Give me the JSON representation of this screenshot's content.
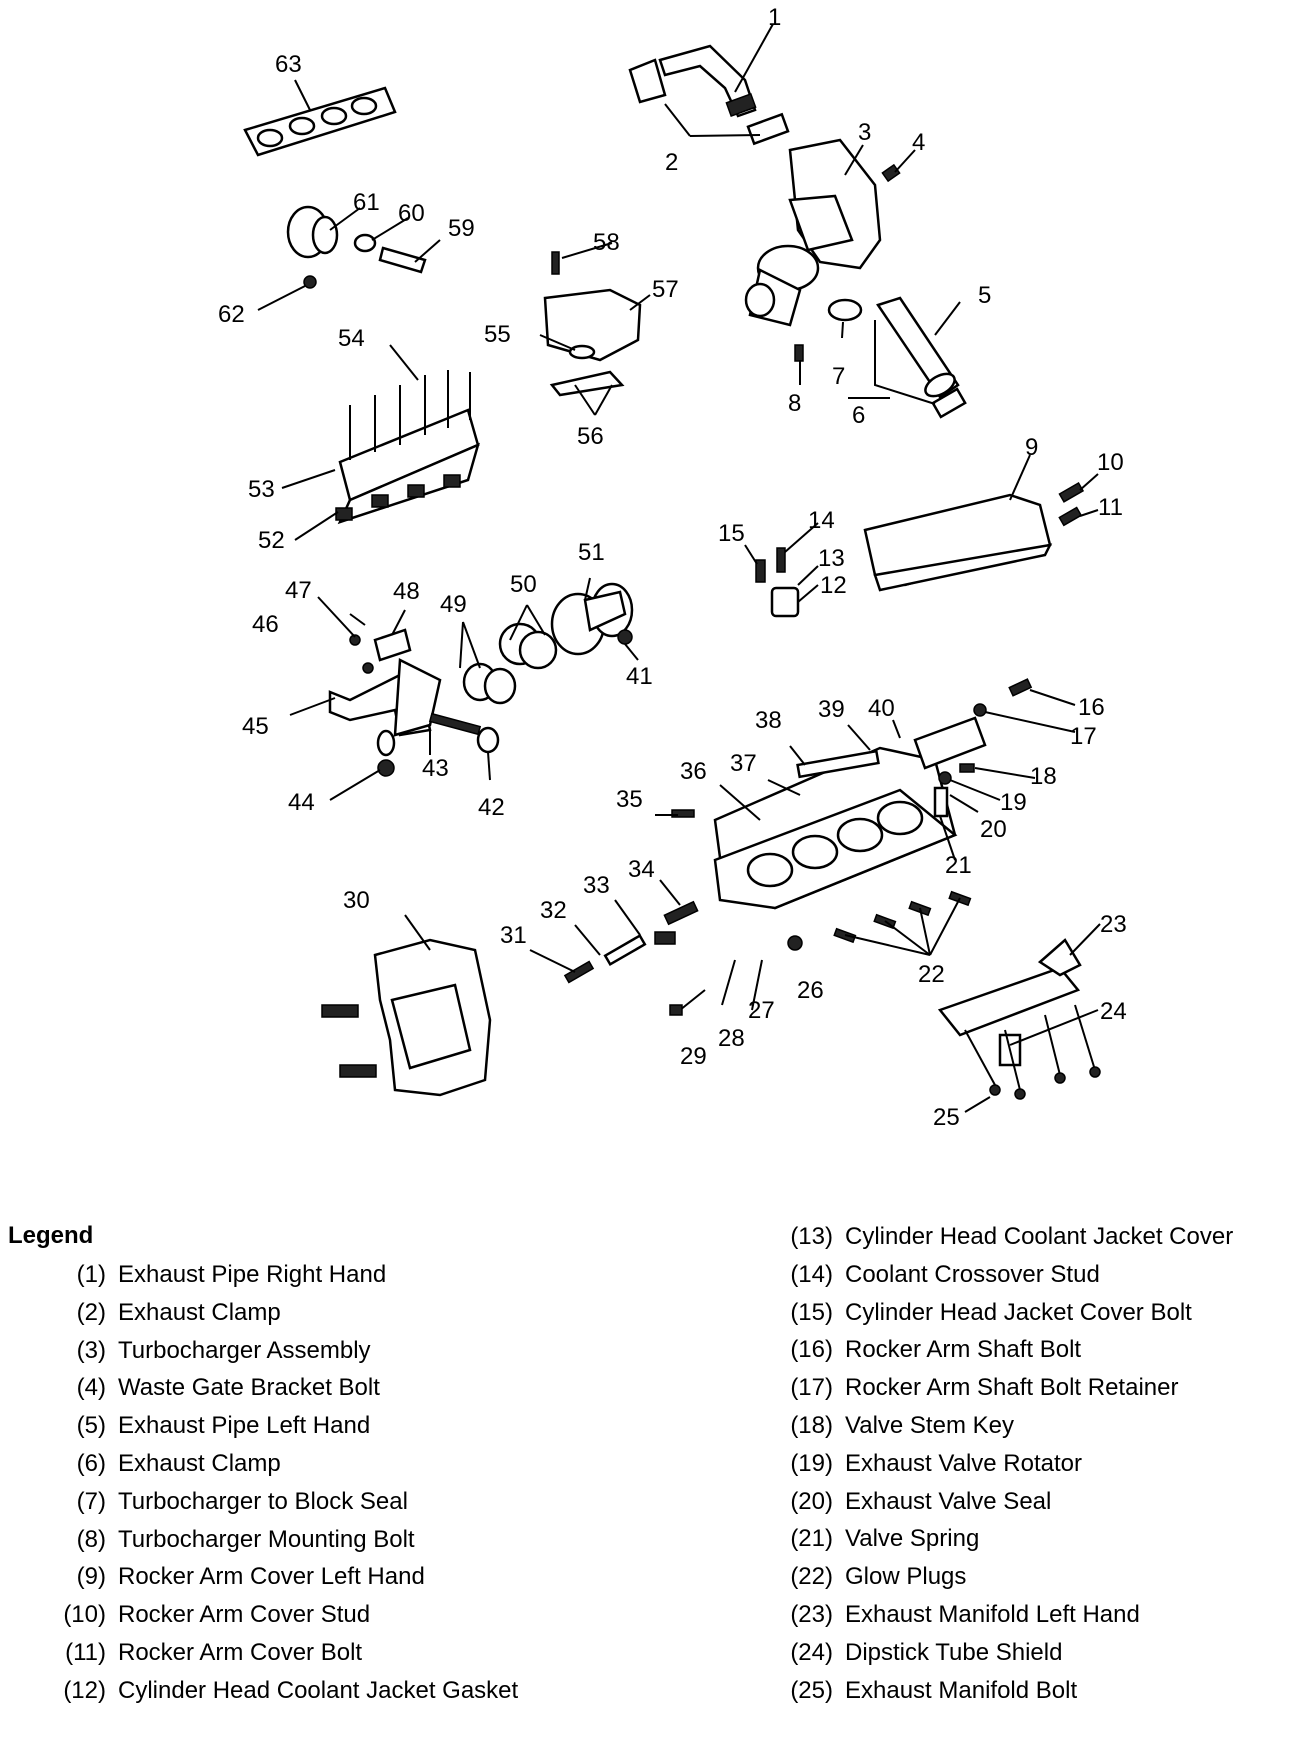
{
  "legend": {
    "title": "Legend",
    "items": [
      {
        "num": "(1)",
        "label": "Exhaust Pipe Right Hand"
      },
      {
        "num": "(2)",
        "label": "Exhaust Clamp"
      },
      {
        "num": "(3)",
        "label": "Turbocharger Assembly"
      },
      {
        "num": "(4)",
        "label": "Waste Gate Bracket Bolt"
      },
      {
        "num": "(5)",
        "label": "Exhaust Pipe Left Hand"
      },
      {
        "num": "(6)",
        "label": "Exhaust Clamp"
      },
      {
        "num": "(7)",
        "label": "Turbocharger to Block Seal"
      },
      {
        "num": "(8)",
        "label": "Turbocharger Mounting Bolt"
      },
      {
        "num": "(9)",
        "label": "Rocker Arm Cover Left Hand"
      },
      {
        "num": "(10)",
        "label": "Rocker Arm Cover Stud"
      },
      {
        "num": "(11)",
        "label": "Rocker Arm Cover Bolt"
      },
      {
        "num": "(12)",
        "label": "Cylinder Head Coolant Jacket Gasket"
      },
      {
        "num": "(13)",
        "label": "Cylinder Head Coolant Jacket Cover"
      },
      {
        "num": "(14)",
        "label": "Coolant Crossover Stud"
      },
      {
        "num": "(15)",
        "label": "Cylinder Head Jacket Cover Bolt"
      },
      {
        "num": "(16)",
        "label": "Rocker Arm Shaft Bolt"
      },
      {
        "num": "(17)",
        "label": "Rocker Arm Shaft Bolt Retainer"
      },
      {
        "num": "(18)",
        "label": "Valve Stem Key"
      },
      {
        "num": "(19)",
        "label": "Exhaust Valve Rotator"
      },
      {
        "num": "(20)",
        "label": "Exhaust Valve Seal"
      },
      {
        "num": "(21)",
        "label": "Valve Spring"
      },
      {
        "num": "(22)",
        "label": "Glow Plugs"
      },
      {
        "num": "(23)",
        "label": "Exhaust Manifold Left Hand"
      },
      {
        "num": "(24)",
        "label": "Dipstick Tube Shield"
      },
      {
        "num": "(25)",
        "label": "Exhaust Manifold Bolt"
      }
    ]
  },
  "callouts": [
    "1",
    "2",
    "3",
    "4",
    "5",
    "6",
    "7",
    "8",
    "9",
    "10",
    "11",
    "12",
    "13",
    "14",
    "15",
    "16",
    "17",
    "18",
    "19",
    "20",
    "21",
    "22",
    "23",
    "24",
    "25",
    "26",
    "27",
    "28",
    "29",
    "30",
    "31",
    "32",
    "33",
    "34",
    "35",
    "36",
    "37",
    "38",
    "39",
    "40",
    "41",
    "42",
    "43",
    "44",
    "45",
    "46",
    "47",
    "48",
    "49",
    "50",
    "51",
    "52",
    "53",
    "54",
    "55",
    "56",
    "57",
    "58",
    "59",
    "60",
    "61",
    "62",
    "63"
  ]
}
